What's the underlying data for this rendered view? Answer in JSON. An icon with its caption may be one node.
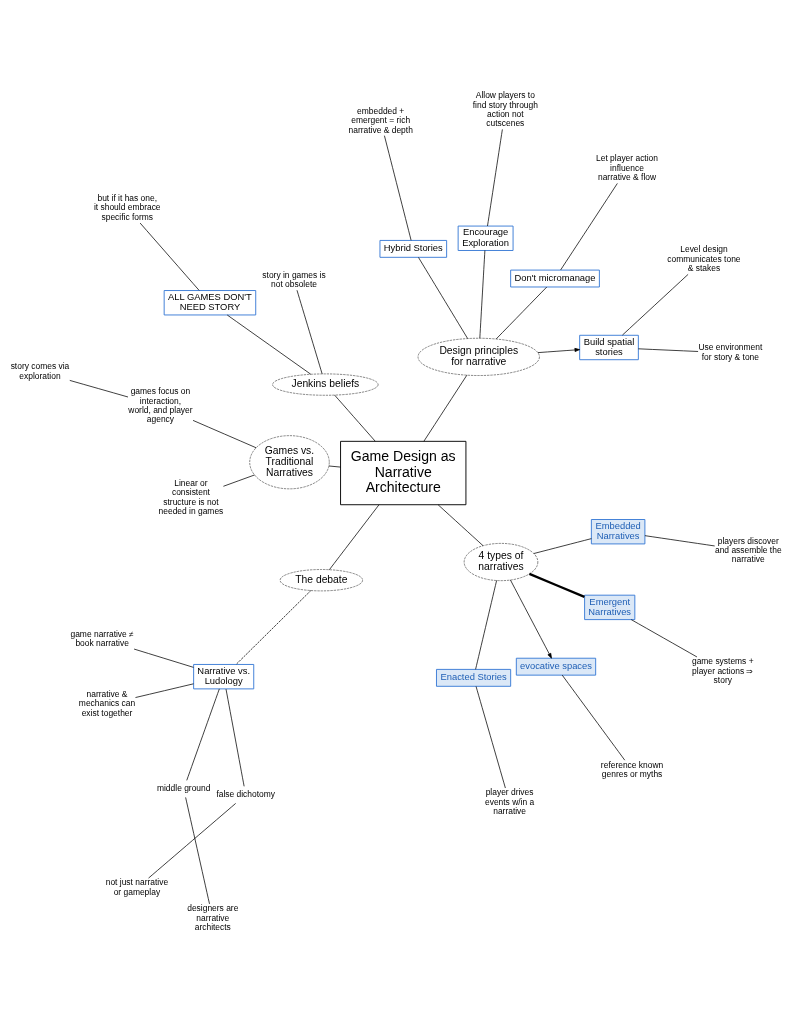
{
  "diagram": {
    "nodes": [
      {
        "text": [
          "Game Design as Narrative Architecture"
        ]
      },
      {
        "text": [
          "The debate"
        ]
      },
      {
        "text": [
          "Narrative vs. Ludology"
        ]
      },
      {
        "text": [
          "middle ground"
        ]
      },
      {
        "text": [
          "designers are narrative architects"
        ]
      },
      {
        "text": [
          "game narrative ≠ book narrative"
        ]
      },
      {
        "text": [
          "narrative & mechanics can exist together"
        ]
      },
      {
        "text": [
          "false dichotomy"
        ]
      },
      {
        "text": [
          "not just narrative or gameplay"
        ]
      },
      {
        "text": [
          "4 types of narratives"
        ]
      },
      {
        "text": [
          "Enacted Stories"
        ]
      },
      {
        "text": [
          "player drives events w/in a narrative"
        ]
      },
      {
        "text": [
          "Embedded Narratives"
        ]
      },
      {
        "text": [
          "players discover and assemble the narrative"
        ]
      },
      {
        "text": [
          "evocative spaces"
        ]
      },
      {
        "text": [
          "reference known genres or myths"
        ]
      },
      {
        "text": [
          "Emergent Narratives"
        ]
      },
      {
        "text": [
          "game systems + player actions ⇒ story"
        ]
      },
      {
        "text": [
          "Games vs. Traditional Narratives"
        ]
      },
      {
        "text": [
          "games focus on interaction, world, and player agency"
        ]
      },
      {
        "text": [
          "story comes via exploration"
        ]
      },
      {
        "text": [
          "Linear or consistent structure is not needed in games"
        ]
      },
      {
        "text": [
          "Jenkins beliefs"
        ]
      },
      {
        "text": [
          "story in games is not obsolete"
        ]
      },
      {
        "text": [
          "ALL GAMES DON'T NEED STORY"
        ]
      },
      {
        "text": [
          "but if it has one, it should embrace specific forms"
        ]
      },
      {
        "text": [
          "Design principles for narrative"
        ]
      },
      {
        "text": [
          "Build spatial stories"
        ]
      },
      {
        "text": [
          "Use environment for story & tone"
        ]
      },
      {
        "text": [
          "Level design communicates tone & stakes"
        ]
      },
      {
        "text": [
          "Encourage Exploration"
        ]
      },
      {
        "text": [
          "Allow players to find story through action not cutscenes"
        ]
      },
      {
        "text": [
          "Hybrid Stories"
        ]
      },
      {
        "text": [
          "embedded + emergent = rich narrative & depth"
        ]
      },
      {
        "text": [
          "Don't micromanage"
        ]
      },
      {
        "text": [
          "Let player action influence narrative & flow"
        ]
      }
    ],
    "edges": [
      {
        "from": 0,
        "to": 1,
        "arrow": "none"
      },
      {
        "from": 1,
        "to": 2,
        "arrow": "none",
        "style": "dashed"
      },
      {
        "from": 2,
        "to": 3,
        "arrow": "none"
      },
      {
        "from": 3,
        "to": 4,
        "arrow": "none"
      },
      {
        "from": 2,
        "to": 5,
        "arrow": "none"
      },
      {
        "from": 2,
        "to": 6,
        "arrow": "none"
      },
      {
        "from": 2,
        "to": 7,
        "arrow": "none"
      },
      {
        "from": 7,
        "to": 8,
        "arrow": "none"
      },
      {
        "from": 0,
        "to": 9,
        "arrow": "none"
      },
      {
        "from": 9,
        "to": 10,
        "arrow": "none"
      },
      {
        "from": 10,
        "to": 11,
        "arrow": "none"
      },
      {
        "from": 9,
        "to": 12,
        "arrow": "none"
      },
      {
        "from": 12,
        "to": 13,
        "arrow": "none"
      },
      {
        "from": 9,
        "to": 14,
        "arrow": "to"
      },
      {
        "from": 14,
        "to": 15,
        "arrow": "none"
      },
      {
        "from": 9,
        "to": 16,
        "arrow": "none",
        "style": "thick"
      },
      {
        "from": 16,
        "to": 17,
        "arrow": "none"
      },
      {
        "from": 0,
        "to": 18,
        "arrow": "none"
      },
      {
        "from": 18,
        "to": 19,
        "arrow": "none"
      },
      {
        "from": 19,
        "to": 20,
        "arrow": "none"
      },
      {
        "from": 18,
        "to": 21,
        "arrow": "none"
      },
      {
        "from": 0,
        "to": 22,
        "arrow": "none"
      },
      {
        "from": 22,
        "to": 23,
        "arrow": "none"
      },
      {
        "from": 22,
        "to": 24,
        "arrow": "none"
      },
      {
        "from": 24,
        "to": 25,
        "arrow": "none"
      },
      {
        "from": 0,
        "to": 26,
        "arrow": "none"
      },
      {
        "from": 26,
        "to": 27,
        "arrow": "to"
      },
      {
        "from": 27,
        "to": 28,
        "arrow": "none"
      },
      {
        "from": 27,
        "to": 29,
        "arrow": "none"
      },
      {
        "from": 26,
        "to": 30,
        "arrow": "none"
      },
      {
        "from": 30,
        "to": 31,
        "arrow": "none"
      },
      {
        "from": 26,
        "to": 32,
        "arrow": "none"
      },
      {
        "from": 32,
        "to": 33,
        "arrow": "none"
      },
      {
        "from": 26,
        "to": 34,
        "arrow": "none"
      },
      {
        "from": 34,
        "to": 35,
        "arrow": "none"
      }
    ]
  }
}
